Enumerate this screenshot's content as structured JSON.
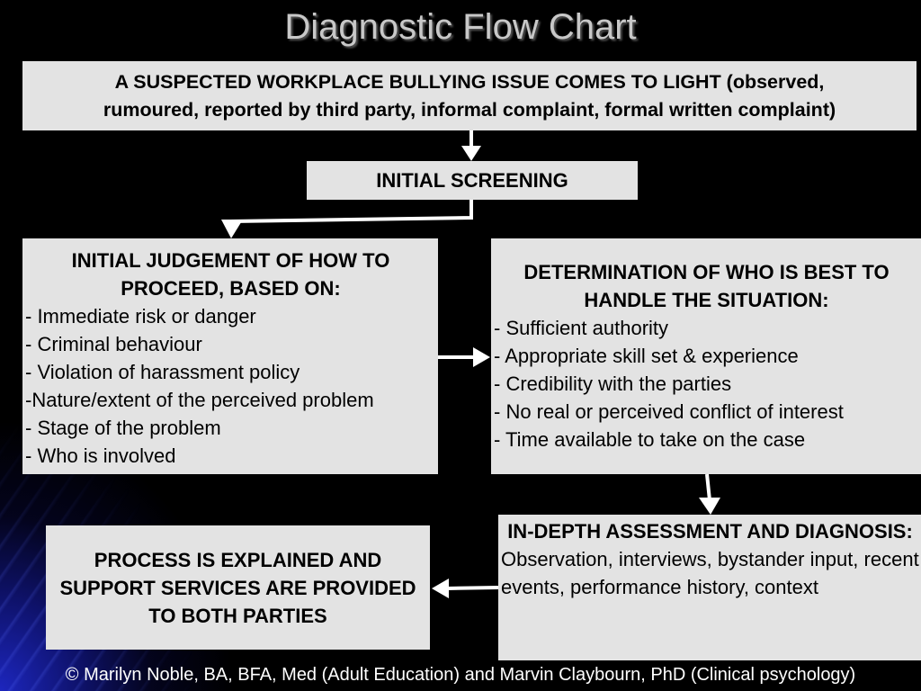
{
  "slide": {
    "title": "Diagnostic Flow Chart",
    "credit": "© Marilyn Noble, BA, BFA, Med (Adult Education) and Marvin Claybourn, PhD (Clinical psychology)"
  },
  "boxes": {
    "issue": {
      "line1": "A SUSPECTED WORKPLACE BULLYING  ISSUE COMES TO LIGHT (observed,",
      "line2": "rumoured, reported by third party, informal complaint, formal written complaint)"
    },
    "screening": {
      "text": "INITIAL SCREENING"
    },
    "judgement": {
      "heading": "INITIAL JUDGEMENT OF HOW TO PROCEED, BASED ON:",
      "items": [
        "- Immediate risk or danger",
        "- Criminal behaviour",
        "- Violation of harassment policy",
        "-Nature/extent of the perceived problem",
        "- Stage of the problem",
        "- Who is involved"
      ]
    },
    "determination": {
      "heading": "DETERMINATION OF WHO IS BEST TO HANDLE THE SITUATION:",
      "items": [
        "- Sufficient authority",
        "- Appropriate skill set & experience",
        "- Credibility with the parties",
        "- No real or perceived conflict of interest",
        "- Time available to take on the case"
      ]
    },
    "assessment": {
      "heading": "IN-DEPTH ASSESSMENT AND DIAGNOSIS:",
      "body": "Observation, interviews, bystander input, recent events, performance history, context"
    },
    "process": {
      "text": "PROCESS IS EXPLAINED AND SUPPORT SERVICES ARE PROVIDED TO BOTH PARTIES"
    }
  },
  "colors": {
    "background": "#000000",
    "box_fill": "#e3e3e3",
    "title": "#c8c8c8",
    "arrow": "#ffffff",
    "accent_glow": "#1e28c8"
  }
}
